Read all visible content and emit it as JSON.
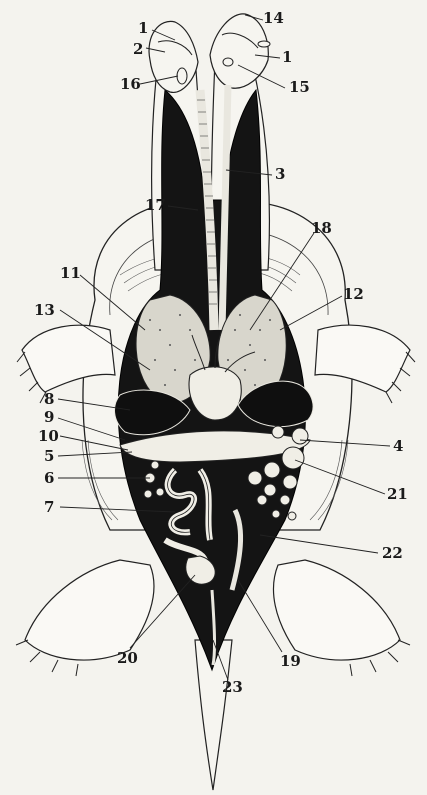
{
  "figure": {
    "labels": {
      "l1a": "1",
      "l1b": "1",
      "l2": "2",
      "l3": "3",
      "l4": "4",
      "l5": "5",
      "l6": "6",
      "l7": "7",
      "l8": "8",
      "l9": "9",
      "l10": "10",
      "l11": "11",
      "l12": "12",
      "l13": "13",
      "l14": "14",
      "l15": "15",
      "l16": "16",
      "l17": "17",
      "l18": "18",
      "l19": "19",
      "l20": "20",
      "l21": "21",
      "l22": "22",
      "l23": "23"
    },
    "colors": {
      "paper": "#f4f3ee",
      "ink": "#1a1a1a",
      "organ_light": "#e9e7df"
    }
  }
}
